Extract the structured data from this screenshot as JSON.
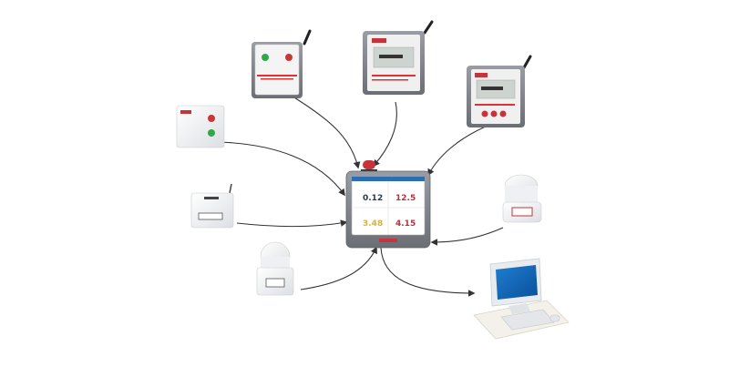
{
  "hub": {
    "readings": [
      "0.12",
      "12.5",
      "3.48",
      "4.15"
    ]
  },
  "colors": {
    "reading_dark": "#2b3a55",
    "reading_red": "#c0303a",
    "reading_yellow": "#d9b23a",
    "brand_red": "#c8323a",
    "device_grey": "#7c7f86",
    "arrow": "#333333"
  },
  "icons": {
    "wall_unit_a": "wireless-monitor-device-icon",
    "wall_unit_b": "wireless-monitor-device-icon",
    "wall_unit_c": "wireless-monitor-device-icon",
    "switch_box": "relay-switch-box-icon",
    "transmitter": "wireless-transmitter-icon",
    "dome_sensor_left": "dome-sensor-icon",
    "dome_sensor_right": "dome-sensor-icon",
    "computer": "desktop-computer-icon",
    "alarm": "alarm-light-icon"
  }
}
